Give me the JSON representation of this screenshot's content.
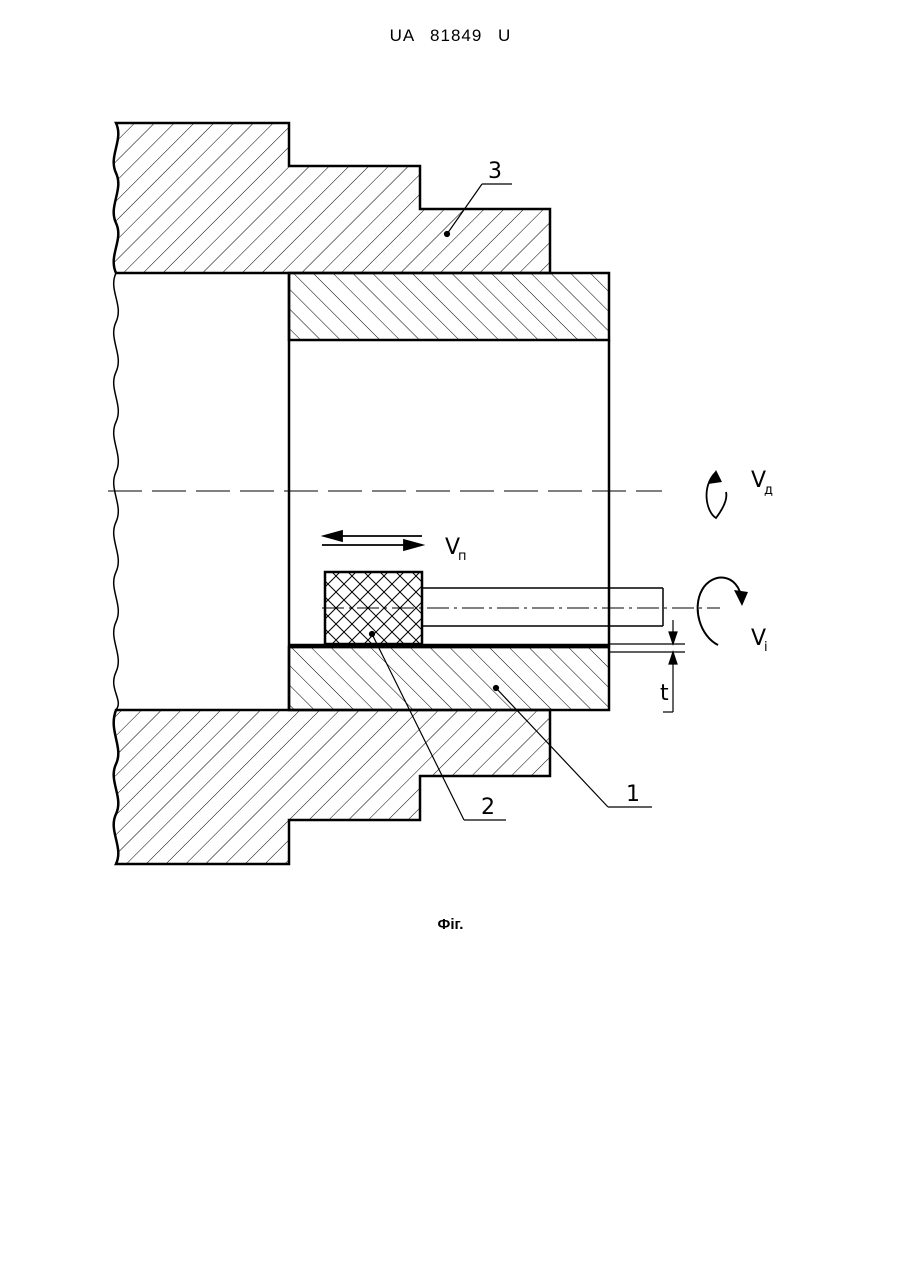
{
  "header": {
    "patent_number": "UA   81849   U"
  },
  "figure": {
    "caption": "Фіг.",
    "labels": {
      "part_1": "1",
      "part_2": "2",
      "part_3": "3",
      "feed_velocity": "V",
      "feed_velocity_sub": "п",
      "workpiece_rotation": "V",
      "workpiece_rotation_sub": "д",
      "tool_rotation": "V",
      "tool_rotation_sub": "і",
      "depth": "t"
    }
  }
}
